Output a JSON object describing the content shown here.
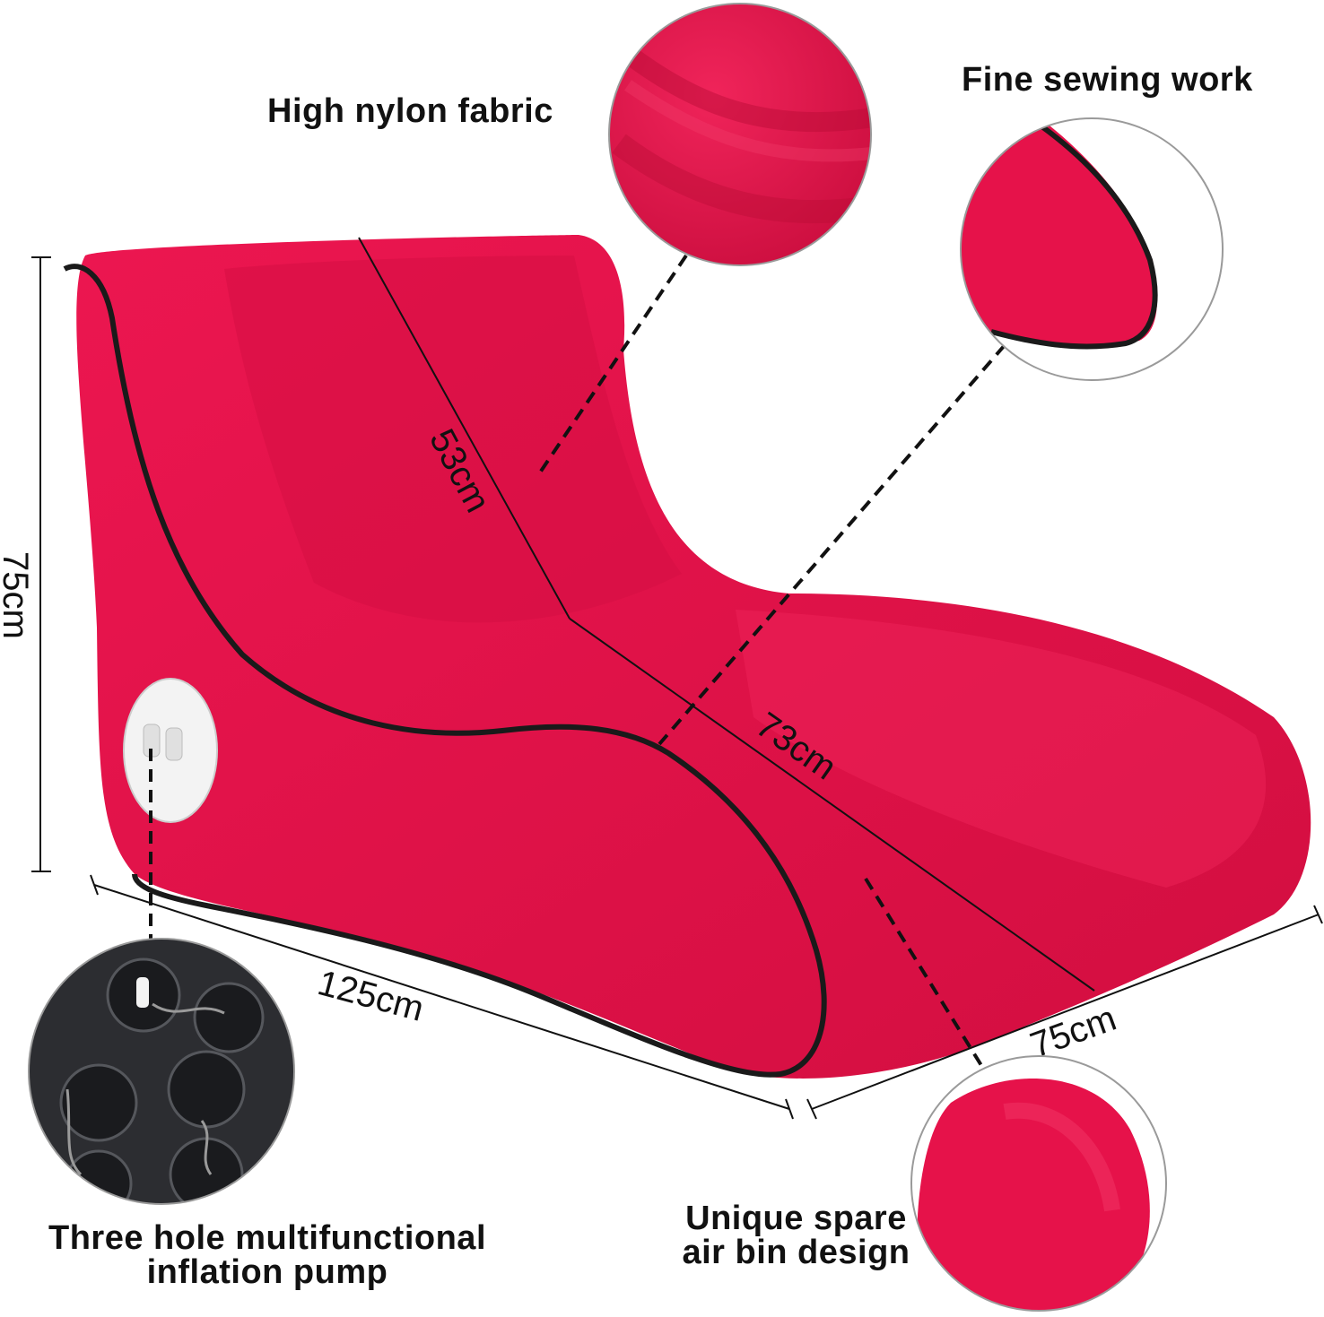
{
  "colors": {
    "chair_red": "#e6124a",
    "chair_shadow": "#b80c35",
    "piping": "#1a1a1a",
    "pump_dark": "#2c2d31",
    "valve_white": "#f3f3f3",
    "background": "#ffffff"
  },
  "callouts": {
    "fabric": "High nylon fabric",
    "sewing": "Fine sewing work",
    "spare_bin_line1": "Unique spare",
    "spare_bin_line2": "air bin design",
    "pump_line1": "Three hole multifunctional",
    "pump_line2": "inflation pump"
  },
  "dimensions": {
    "height": "75cm",
    "backrest": "53cm",
    "seat": "73cm",
    "length": "125cm",
    "width": "75cm"
  }
}
